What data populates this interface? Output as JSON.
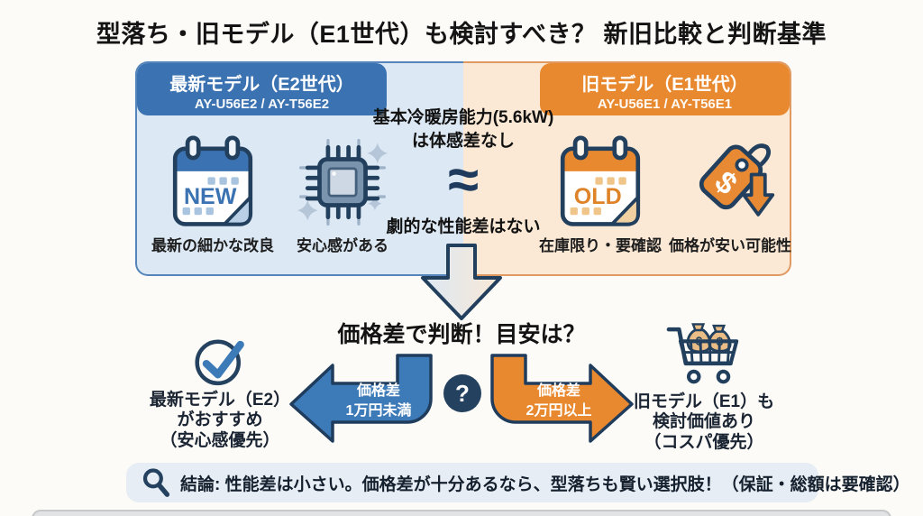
{
  "page": {
    "title": "型落ち・旧モデル（E1世代）も検討すべき？ 新旧比較と判断基準"
  },
  "comparison": {
    "new_model": {
      "header_title": "最新モデル（E2世代）",
      "header_models": "AY-U56E2 / AY-T56E2",
      "accent_color": "#3b72b1",
      "panel_color": "#dce8f4",
      "items": [
        {
          "icon": "calendar-new-icon",
          "badge": "NEW",
          "label": "最新の細かな改良"
        },
        {
          "icon": "cpu-chip-icon",
          "label": "安心感がある"
        }
      ]
    },
    "old_model": {
      "header_title": "旧モデル（E1世代）",
      "header_models": "AY-U56E1 / AY-T56E1",
      "accent_color": "#e8892f",
      "panel_color": "#fbe9d5",
      "items": [
        {
          "icon": "calendar-old-icon",
          "badge": "OLD",
          "label": "在庫限り・要確認"
        },
        {
          "icon": "price-tag-down-icon",
          "label": "価格が安い可能性"
        }
      ]
    },
    "center": {
      "capacity_note_line1": "基本冷暖房能力(5.6kW)",
      "capacity_note_line2": "は体感差なし",
      "approx_symbol": "≈",
      "performance_note": "劇的な性能差はない"
    }
  },
  "decision": {
    "question": "価格差で判断！目安は？",
    "question_mark": "?",
    "left_branch": {
      "arrow_label_line1": "価格差",
      "arrow_label_line2": "1万円未満",
      "arrow_color": "#3d7ab8",
      "result_line1": "最新モデル（E2）",
      "result_line2": "がおすすめ",
      "result_line3": "（安心感優先）"
    },
    "right_branch": {
      "arrow_label_line1": "価格差",
      "arrow_label_line2": "2万円以上",
      "arrow_color": "#e8892f",
      "result_line1": "旧モデル（E1）も",
      "result_line2": "検討価値あり",
      "result_line3": "（コスパ優先）"
    }
  },
  "conclusion": {
    "text": "結論: 性能差は小さい。価格差が十分あるなら、型落ちも賢い選択肢！（保証・総額は要確認）"
  },
  "icons": {
    "currency_symbol": "$"
  },
  "colors": {
    "outline_navy": "#22405e",
    "blue_accent": "#3b72b1",
    "orange_accent": "#e8892f",
    "light_blue_bg": "#dce8f4",
    "light_peach_bg": "#fbe9d5",
    "conclusion_bg": "#e7edf4"
  }
}
